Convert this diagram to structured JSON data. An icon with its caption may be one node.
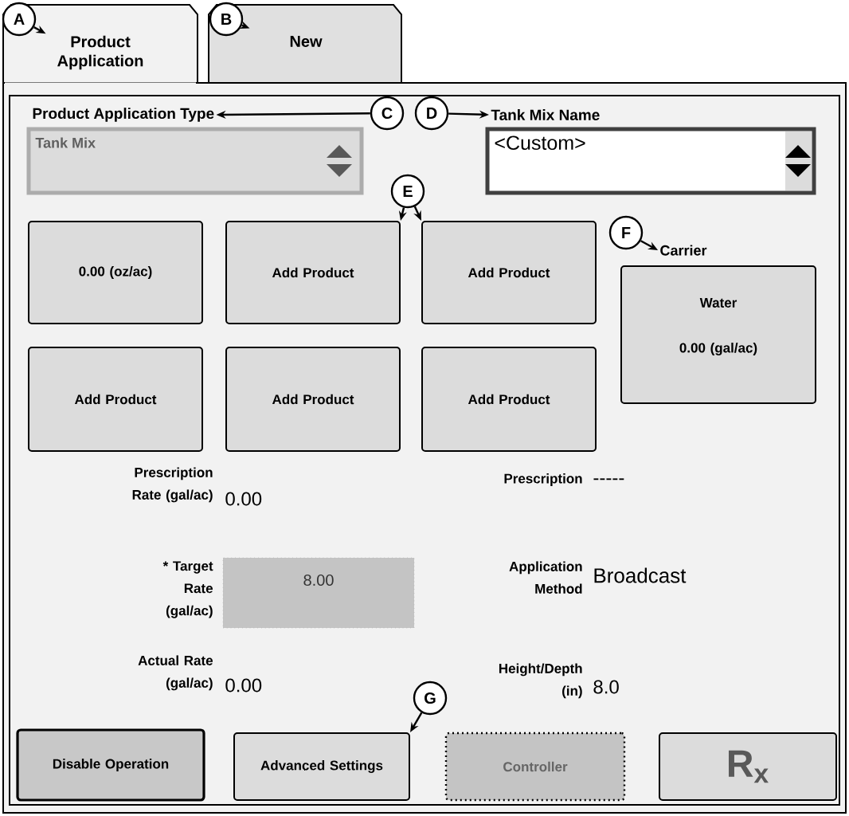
{
  "diagram": {
    "nodes": [
      {
        "text": [
          "A"
        ],
        "in": 1
      },
      {
        "text": [
          "Product Application"
        ]
      },
      {
        "text": [
          "B"
        ],
        "in": 3
      },
      {
        "text": [
          "New"
        ]
      },
      {
        "text": [],
        "shape": "box"
      },
      {
        "text": [
          "Product Application Type",
          "Tank Mix"
        ],
        "in": 4
      },
      {
        "text": [
          "C"
        ],
        "in": 4
      },
      {
        "text": [
          "D"
        ],
        "in": 4
      },
      {
        "text": [
          "Tank Mix Name",
          "<Custom>"
        ],
        "in": 4
      },
      {
        "text": [
          "E"
        ],
        "in": 4
      },
      {
        "text": [
          "0.00 (oz/ac)"
        ],
        "in": 4
      },
      {
        "text": [
          "Add Product"
        ],
        "in": 4
      },
      {
        "text": [
          "Add Product"
        ],
        "in": 4
      },
      {
        "text": [
          "F"
        ],
        "in": 4
      },
      {
        "text": [
          "Carrier",
          "Water",
          "0.00 (gal/ac)"
        ],
        "in": 4
      },
      {
        "text": [
          "Add Product"
        ],
        "in": 4
      },
      {
        "text": [
          "Add Product"
        ],
        "in": 4
      },
      {
        "text": [
          "Add Product"
        ],
        "in": 4
      },
      {
        "text": [
          "8.00"
        ],
        "beside": [
          "* Target Rate (gal/ac)"
        ],
        "in": 4
      },
      {
        "text": [
          "G"
        ],
        "in": 4
      },
      {
        "text": [
          "Disable Operation"
        ],
        "in": 4
      },
      {
        "text": [
          "Advanced Settings"
        ],
        "in": 4
      },
      {
        "text": [
          "Controller"
        ],
        "in": 4
      },
      {
        "text": [
          "R$_{x}$"
        ],
        "in": 4
      }
    ],
    "edges": [
      {
        "from": 0,
        "to": 1,
        "arrow": "to"
      },
      {
        "from": 2,
        "to": 3,
        "arrow": "to"
      },
      {
        "from": 6,
        "to": 5,
        "arrow": "to"
      },
      {
        "from": 7,
        "to": 8,
        "arrow": "to"
      },
      {
        "from": 9,
        "to": 11,
        "arrow": "to"
      },
      {
        "from": 9,
        "to": 12,
        "arrow": "to"
      },
      {
        "from": 13,
        "to": 14,
        "arrow": "to"
      },
      {
        "from": 19,
        "to": 21,
        "arrow": "to"
      }
    ],
    "labels": [
      "Prescription Rate (gal/ac)",
      "0.00",
      "Prescription",
      "-----",
      "Application Method",
      "Broadcast",
      "Actual Rate (gal/ac)",
      "0.00",
      "Height/Depth (in)",
      "8.0"
    ]
  }
}
